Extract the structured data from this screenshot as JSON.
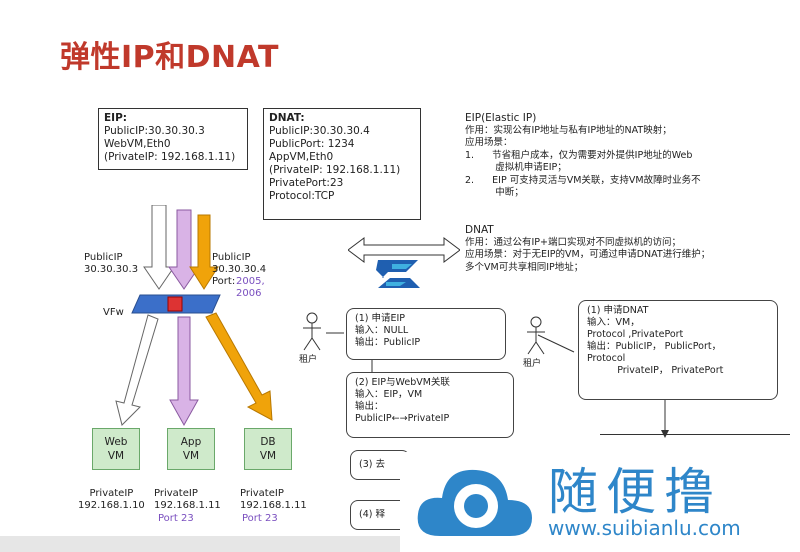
{
  "title": "弹性IP和DNAT",
  "eip_box": {
    "heading": "EIP:",
    "lines": "PublicIP:30.30.30.3\nWebVM,Eth0\n(PrivateIP: 192.168.1.11)"
  },
  "dnat_box": {
    "heading": "DNAT:",
    "lines": "PublicIP:30.30.30.4\nPublicPort: 1234\nAppVM,Eth0\n(PrivateIP: 192.168.1.11)\nPrivatePort:23\nProtocol:TCP"
  },
  "left_diagram": {
    "publicip_left": "PublicIP\n30.30.30.3",
    "publicip_right_a": "PublicIP\n30.30.30.4",
    "publicip_right_b": "Port:",
    "ports": "2005,\n2006",
    "vfw": "VFw",
    "vms": [
      {
        "name": "Web\nVM",
        "private": "PrivateIP\n192.168.1.10",
        "port": ""
      },
      {
        "name": "App\nVM",
        "private": "PrivateIP\n192.168.1.11",
        "port": "Port 23"
      },
      {
        "name": "DB\nVM",
        "private": "PrivateIP\n192.168.1.11",
        "port": "Port 23"
      }
    ],
    "colors": {
      "white_arrow": "#ffffff",
      "purple_arrow": "#d9b3e6",
      "orange_arrow": "#f0a30a",
      "vm_fill": "#cfeacb",
      "port_text": "#7a4fbf"
    }
  },
  "right_text": {
    "eip_title": "EIP(Elastic IP)",
    "eip_purpose": "作用：实现公有IP地址与私有IP地址的NAT映射；",
    "eip_scenario": "应用场景：",
    "eip_items": [
      "1.      节省租户成本，仅为需要对外提供IP地址的Web\n          虚拟机申请EIP；",
      "2.      EIP 可支持灵活与VM关联，支持VM故障时业务不\n          中断；"
    ],
    "dnat_title": "DNAT",
    "dnat_purpose": "作用：通过公有IP+端口实现对不同虚拟机的访问；",
    "dnat_scenario": "应用场景：对于无EIP的VM，可通过申请DNAT进行维护；\n多个VM可共享相同IP地址；"
  },
  "flow": {
    "actor_left": "租户",
    "actor_right": "租户",
    "step1": "(1) 申请EIP\n输入：NULL\n输出：PublicIP",
    "step2": "(2) EIP与WebVM关联\n输入：EIP，VM\n输出：\nPublicIP←→PrivateIP",
    "step3": "(3) 去",
    "step4": "(4) 释",
    "dnat_step1": "(1) 申请DNAT\n输入：VM，\nProtocol ,PrivatePort\n输出：PublicIP， PublicPort，\nProtocol\n          PrivateIP， PrivatePort"
  },
  "watermark": {
    "text": "随便撸",
    "url": "www.suibianlu.com",
    "color": "#2e86c9"
  }
}
